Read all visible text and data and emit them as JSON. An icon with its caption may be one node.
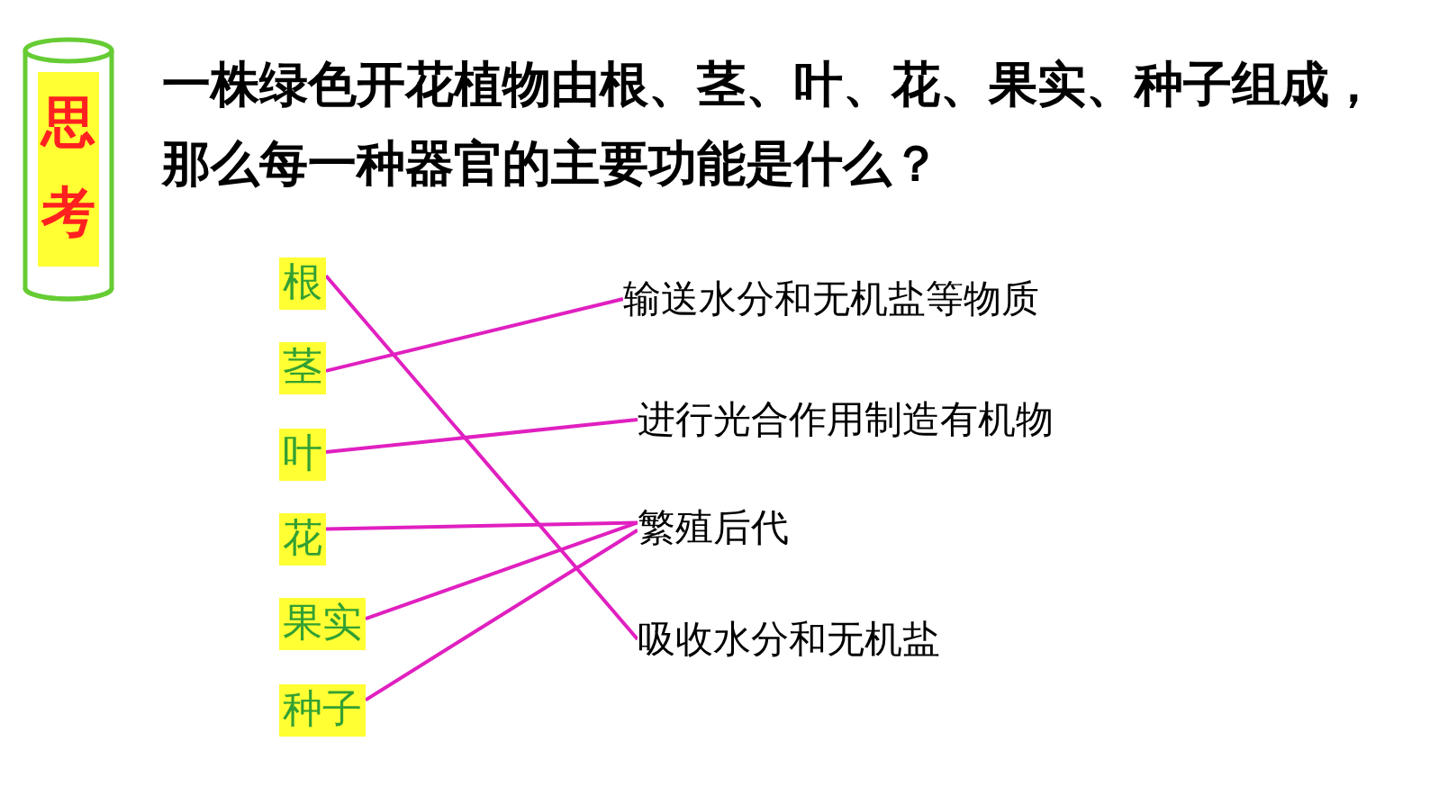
{
  "diagram": {
    "title": "一株绿色开花植物由根、茎、叶、花、果实、种子组成，那么每一种器官的主要功能是什么？",
    "nodes": [
      {
        "text": [
          "思考"
        ]
      },
      {
        "text": [
          "根"
        ]
      },
      {
        "text": [
          "茎"
        ]
      },
      {
        "text": [
          "叶"
        ]
      },
      {
        "text": [
          "花"
        ]
      },
      {
        "text": [
          "果实"
        ]
      },
      {
        "text": [
          "种子"
        ]
      },
      {
        "text": [
          "输送水分和无机盐等物质"
        ]
      },
      {
        "text": [
          "进行光合作用制造有机物"
        ]
      },
      {
        "text": [
          "繁殖后代"
        ]
      },
      {
        "text": [
          "吸收水分和无机盐"
        ]
      }
    ],
    "edges": [
      {
        "from": 1,
        "to": 10,
        "arrow": "none"
      },
      {
        "from": 2,
        "to": 7,
        "arrow": "none"
      },
      {
        "from": 3,
        "to": 8,
        "arrow": "none"
      },
      {
        "from": 4,
        "to": 9,
        "arrow": "none"
      },
      {
        "from": 5,
        "to": 9,
        "arrow": "none"
      },
      {
        "from": 6,
        "to": 9,
        "arrow": "none"
      }
    ]
  }
}
